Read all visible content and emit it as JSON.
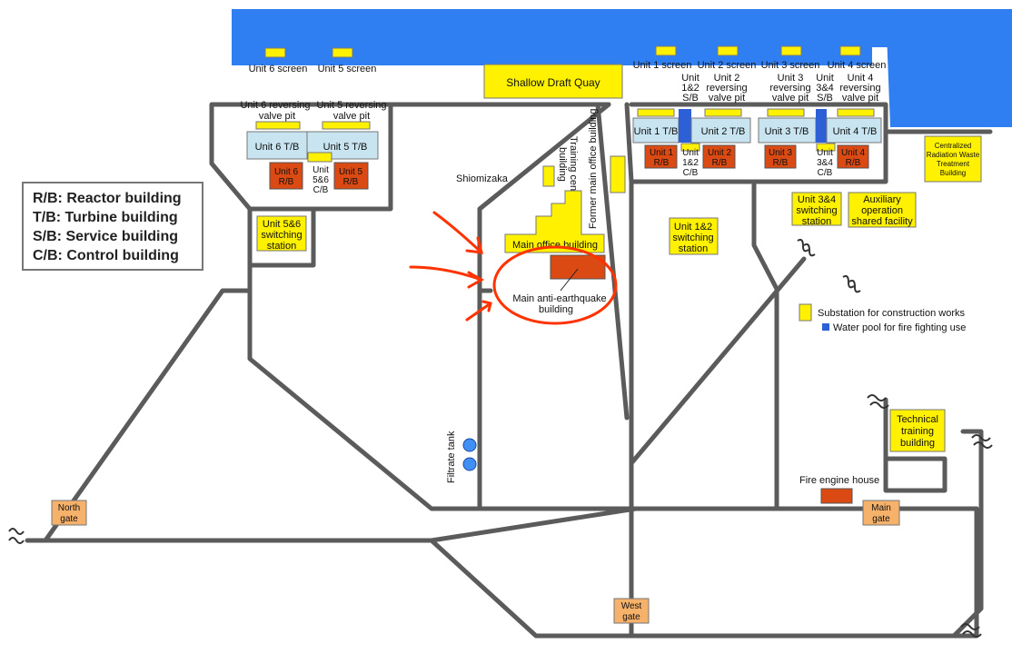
{
  "colors": {
    "sea": "#2f7ff3",
    "road": "#5b5b5b",
    "yellow_facility": "#fff100",
    "reactor": "#dc4a14",
    "turbine": "#c8e4f0",
    "gate": "#f6b26b",
    "annotation_red": "#ff3300",
    "pool": "#2d5fd6",
    "tank": "#3f8ff5"
  },
  "legend": [
    "R/B: Reactor building",
    "T/B: Turbine building",
    "S/B: Service building",
    "C/B: Control building"
  ],
  "screens": {
    "u6": "Unit 6 screen",
    "u5": "Unit 5 screen",
    "u1": "Unit 1 screen",
    "u2": "Unit 2 screen",
    "u3": "Unit 3 screen",
    "u4": "Unit 4 screen"
  },
  "quay": "Shallow Draft Quay",
  "valve_pits": {
    "u6": [
      "Unit 6 reversing",
      "valve pit"
    ],
    "u5": [
      "Unit 5 reversing",
      "valve pit"
    ],
    "u2": [
      "Unit 2",
      "reversing",
      "valve pit"
    ],
    "u3": [
      "Unit 3",
      "reversing",
      "valve pit"
    ],
    "u4": [
      "Unit 4",
      "reversing",
      "valve pit"
    ]
  },
  "sb": {
    "u12": [
      "Unit",
      "1&2",
      "S/B"
    ],
    "u34": [
      "Unit",
      "3&4",
      "S/B"
    ]
  },
  "turbines": {
    "u6": "Unit 6 T/B",
    "u5": "Unit 5 T/B",
    "u1": "Unit 1 T/B",
    "u2": "Unit 2 T/B",
    "u3": "Unit 3 T/B",
    "u4": "Unit 4 T/B"
  },
  "reactors": {
    "u6": [
      "Unit 6",
      "R/B"
    ],
    "u5": [
      "Unit 5",
      "R/B"
    ],
    "u1": [
      "Unit 1",
      "R/B"
    ],
    "u2": [
      "Unit 2",
      "R/B"
    ],
    "u3": [
      "Unit 3",
      "R/B"
    ],
    "u4": [
      "Unit 4",
      "R/B"
    ]
  },
  "cb": {
    "u56": [
      "Unit",
      "5&6",
      "C/B"
    ],
    "u12": [
      "Unit",
      "1&2",
      "C/B"
    ],
    "u34": [
      "Unit",
      "3&4",
      "C/B"
    ]
  },
  "waste": [
    "Centralized",
    "Radiation Waste",
    "Treatment",
    "Building"
  ],
  "switching": {
    "u56": [
      "Unit 5&6",
      "switching",
      "station"
    ],
    "u12": [
      "Unit 1&2",
      "switching",
      "station"
    ],
    "u34": [
      "Unit 3&4",
      "switching",
      "station"
    ]
  },
  "auxiliary": [
    "Auxiliary",
    "operation",
    "shared facility"
  ],
  "shiomizaka": "Shiomizaka",
  "training_center": [
    "Training center",
    "building"
  ],
  "former_office": "Former main office building",
  "main_office": "Main office building",
  "anti_earthquake": [
    "Main anti-earthquake",
    "building"
  ],
  "map_legend": {
    "substation": "Substation for construction works",
    "pool": "Water pool for fire fighting use"
  },
  "filtrate": "Filtrate tank",
  "technical": [
    "Technical",
    "training",
    "building"
  ],
  "fire_engine": "Fire engine house",
  "gates": {
    "north": [
      "North",
      "gate"
    ],
    "main": [
      "Main",
      "gate"
    ],
    "west": [
      "West",
      "gate"
    ]
  }
}
